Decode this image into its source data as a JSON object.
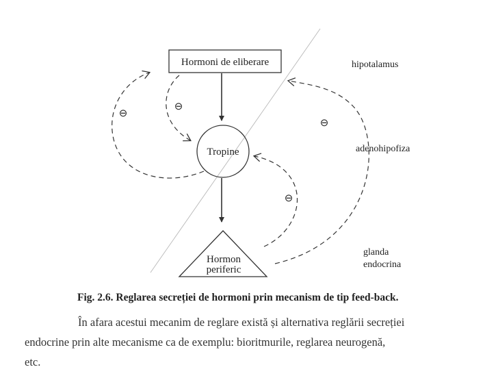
{
  "diagram": {
    "nodes": {
      "releasing_hormones": "Hormoni de eliberare",
      "tropins": "Tropine",
      "peripheral_hormone_line1": "Hormon",
      "peripheral_hormone_line2": "periferic"
    },
    "levels": {
      "hypothalamus": "hipotalamus",
      "adenohypophysis": "adenohipofiza",
      "gland_line1": "glanda",
      "gland_line2": "endocrina"
    },
    "inhibition_symbol": "⊖"
  },
  "caption": "Fig. 2.6. Reglarea secreției de hormoni prin mecanism de tip feed-back.",
  "paragraph": {
    "line1": "În afara acestui mecanim de reglare există și alternativa reglării secreției",
    "line2": "endocrine prin alte mecanisme ca de exemplu: bioritmurile, reglarea neurogenă,",
    "line3": "etc."
  }
}
